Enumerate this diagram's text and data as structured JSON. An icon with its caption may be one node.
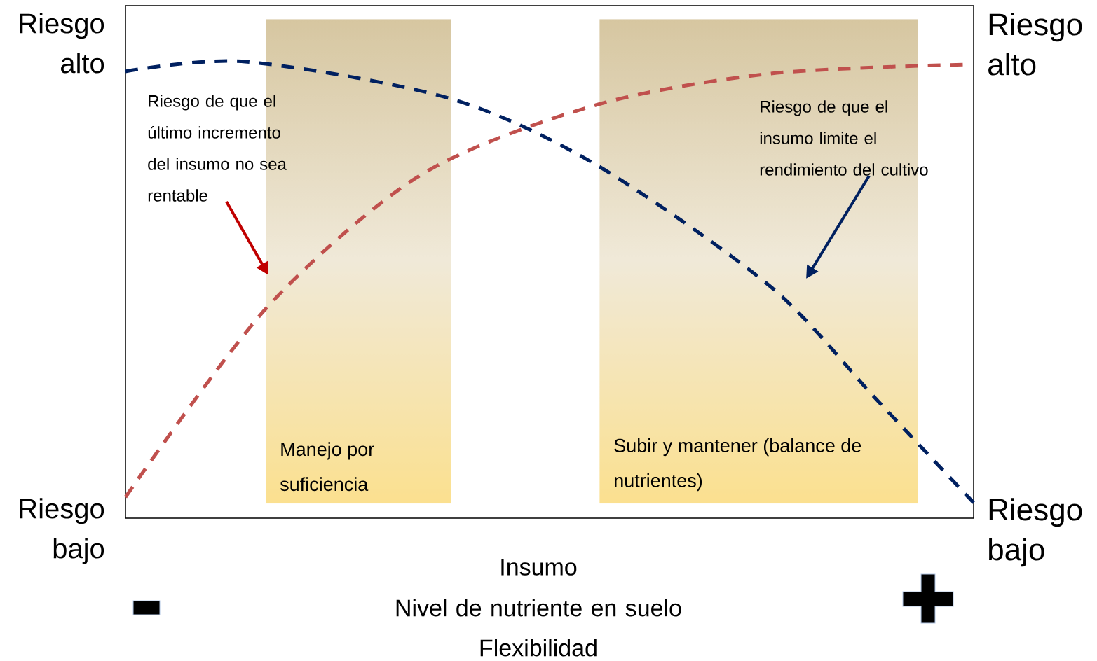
{
  "diagram": {
    "nodes": [
      {
        "text": [
          "Riesgo de que el último incremento del insumo no sea rentable"
        ]
      },
      {
        "text": [
          "Riesgo de que el insumo limite el rendimiento del cultivo"
        ]
      },
      {
        "text": [
          "Manejo por suficiencia"
        ]
      },
      {
        "text": [
          "Subir y mantener (balance de nutrientes)"
        ]
      }
    ],
    "edges": [
      {
        "from": 0,
        "to": null,
        "arrow": "to",
        "color": "#c00000"
      },
      {
        "from": 1,
        "to": null,
        "arrow": "to",
        "color": "#002060"
      }
    ],
    "labels": [
      "Riesgo alto",
      "Riesgo bajo",
      "Riesgo alto",
      "Riesgo bajo",
      "Insumo",
      "Nivel de nutriente en suelo",
      "Flexibilidad"
    ]
  }
}
